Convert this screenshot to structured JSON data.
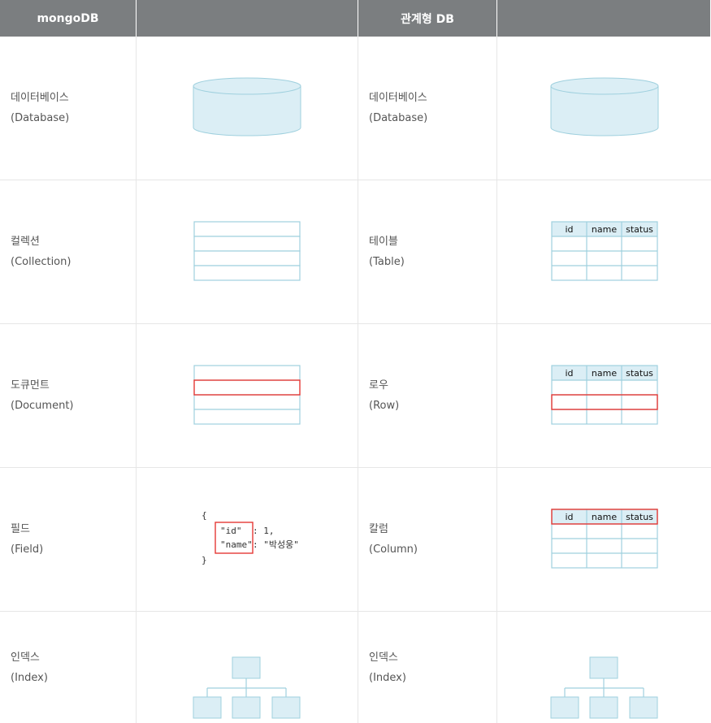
{
  "header": {
    "col1": "mongoDB",
    "col2": "",
    "col3": "관계형 DB",
    "col4": ""
  },
  "rows": [
    {
      "mongo_name": "데이터베이스",
      "mongo_en": "(Database)",
      "rdb_name": "데이터베이스",
      "rdb_en": "(Database)"
    },
    {
      "mongo_name": "컬렉션",
      "mongo_en": "(Collection)",
      "rdb_name": "테이블",
      "rdb_en": "(Table)"
    },
    {
      "mongo_name": "도큐먼트",
      "mongo_en": "(Document)",
      "rdb_name": "로우",
      "rdb_en": "(Row)"
    },
    {
      "mongo_name": "필드",
      "mongo_en": "(Field)",
      "rdb_name": "칼럼",
      "rdb_en": "(Column)"
    },
    {
      "mongo_name": "인덱스",
      "mongo_en": "(Index)",
      "rdb_name": "인덱스",
      "rdb_en": "(Index)"
    }
  ],
  "table_columns": [
    "id",
    "name",
    "status"
  ],
  "field_code": {
    "open": "{",
    "key1": "\"id\"",
    "val1": ": 1,",
    "key2": "\"name\"",
    "val2": ": \"박성웅\"",
    "close": "}"
  },
  "colors": {
    "header_bg": "#7b7e80",
    "shape_fill": "#dbeef5",
    "shape_stroke": "#9fd0de",
    "highlight": "#e53935"
  }
}
